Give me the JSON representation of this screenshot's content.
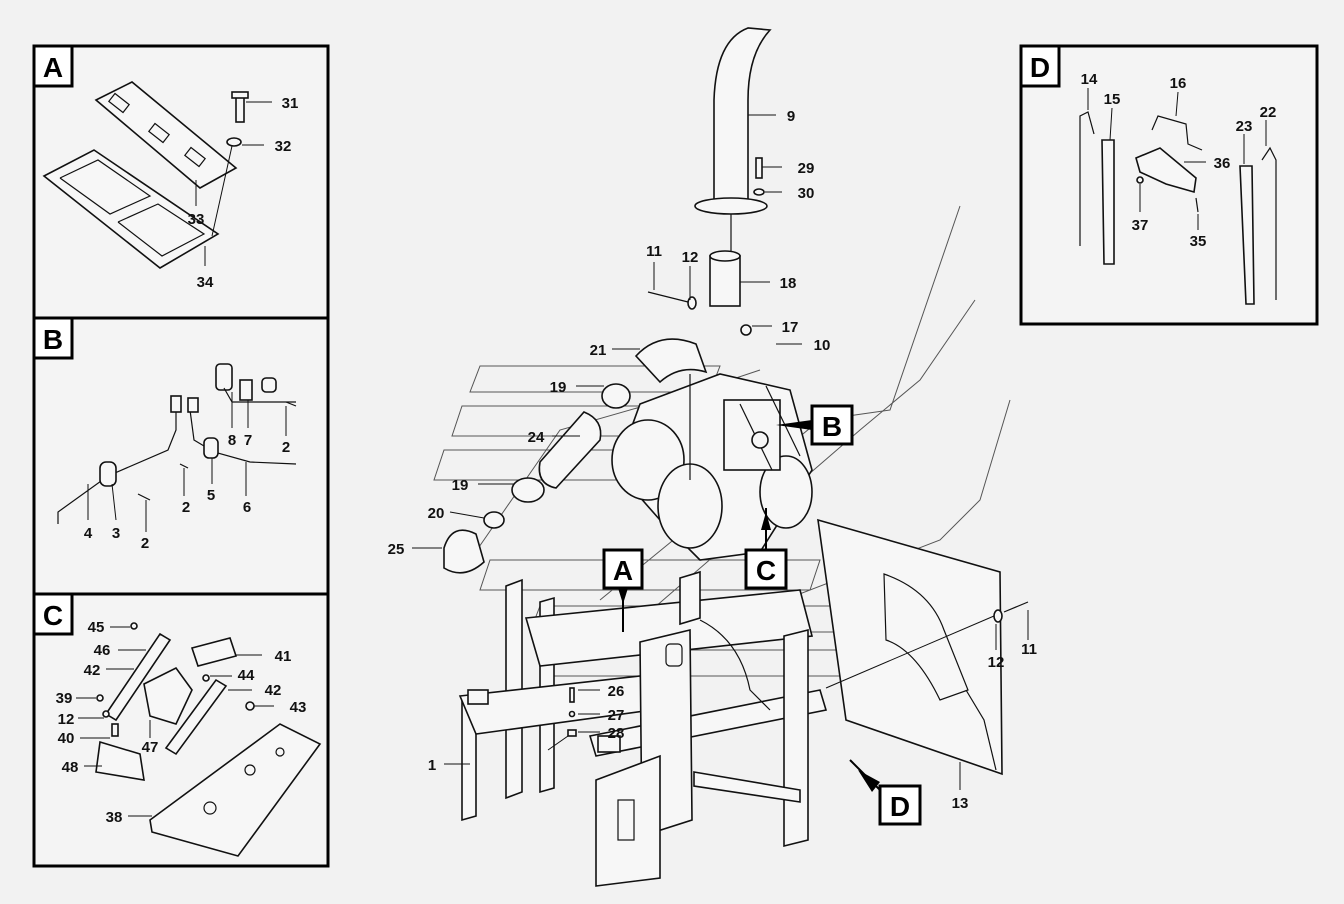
{
  "diagram": {
    "panels": [
      "A",
      "B",
      "C",
      "D"
    ],
    "view_markers": [
      "A",
      "B",
      "C",
      "D"
    ],
    "panel_A_callouts": [
      "31",
      "32",
      "33",
      "34"
    ],
    "panel_B_callouts": [
      "8",
      "7",
      "2",
      "2",
      "5",
      "6",
      "4",
      "3",
      "2"
    ],
    "panel_C_callouts": [
      "45",
      "46",
      "41",
      "42",
      "44",
      "42",
      "39",
      "43",
      "12",
      "40",
      "47",
      "48",
      "38"
    ],
    "panel_D_callouts": [
      "14",
      "16",
      "15",
      "22",
      "23",
      "36",
      "37",
      "35"
    ],
    "main_callouts": [
      "9",
      "29",
      "30",
      "11",
      "12",
      "18",
      "17",
      "10",
      "21",
      "19",
      "24",
      "19",
      "20",
      "25",
      "26",
      "27",
      "28",
      "1",
      "12",
      "11",
      "13"
    ]
  }
}
